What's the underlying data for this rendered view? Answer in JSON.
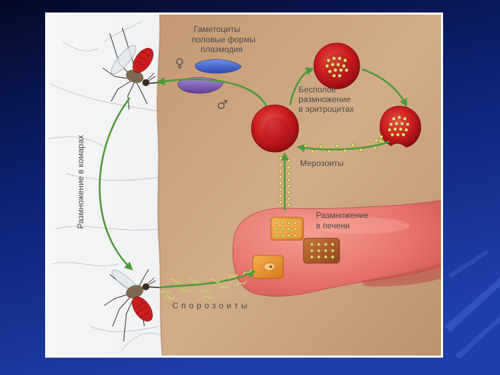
{
  "diagram": {
    "mosquito_cycle_label": "Размножение в комарах",
    "gametocytes_label": {
      "line1": "Гаметоциты",
      "line2": "половые формы",
      "line3": "плазмодия"
    },
    "female_symbol": "♀",
    "male_symbol": "♂",
    "erythrocyte_label": {
      "line1": "Бесполое",
      "line2": "размножение",
      "line3": "в эритроцитах"
    },
    "merozoites_label": "Мерозоиты",
    "liver_label": {
      "line1": "Размножение",
      "line2": "в печени"
    },
    "sporozoites_label": "Спорозоиты"
  },
  "colors": {
    "arrow": "#4e9a3a",
    "parasite": "#e9e37c",
    "label_text": "#4b4a48",
    "erythrocyte": "#c8171b",
    "liver": "#e6716a",
    "slide_background": "#0d2070"
  }
}
